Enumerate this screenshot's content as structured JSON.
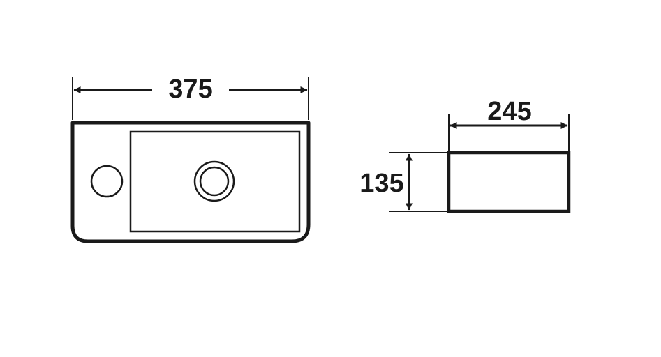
{
  "drawing": {
    "top_view": {
      "width_label": "375"
    },
    "side_view": {
      "depth_label": "245",
      "height_label": "135"
    }
  },
  "colors": {
    "line": "#1a1a1a",
    "background": "#ffffff"
  }
}
